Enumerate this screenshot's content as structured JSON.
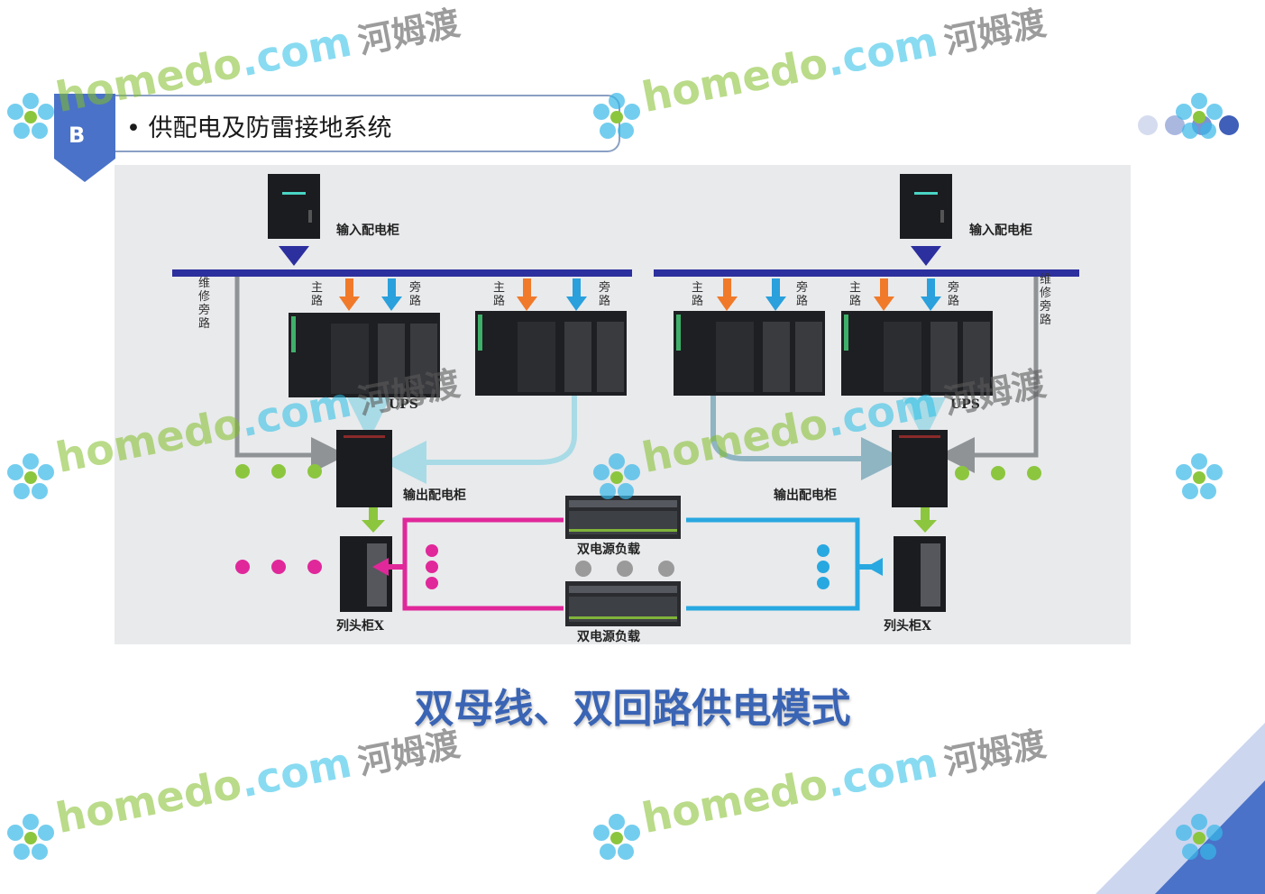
{
  "header": {
    "badge_letter": "B",
    "title": "• 供配电及防雷接地系统"
  },
  "diagram": {
    "left": {
      "input_cabinet": "输入配电柜",
      "maintenance_bypass": "维修旁路",
      "main_1": "主路",
      "bypass_1": "旁路",
      "main_2": "主路",
      "bypass_2": "旁路",
      "ups": "UPS",
      "output_cabinet": "输出配电柜",
      "row_head": "列头柜X"
    },
    "right": {
      "input_cabinet": "输入配电柜",
      "maintenance_bypass": "维修旁路",
      "main_1": "主路",
      "bypass_1": "旁路",
      "main_2": "主路",
      "bypass_2": "旁路",
      "ups": "UPS",
      "output_cabinet": "输出配电柜",
      "row_head": "列头柜X"
    },
    "load_top": "双电源负载",
    "load_bottom": "双电源负载"
  },
  "caption": "双母线、双回路供电模式",
  "watermark": {
    "latin": "homedo",
    "domain": ".com",
    "chinese": "河姆渡"
  },
  "colors": {
    "bus": "#2c2f9e",
    "main_arrow": "#f07a2a",
    "bypass_arrow": "#2aa0dc",
    "green": "#8cc63e",
    "magenta": "#e0289a",
    "cyan": "#28a8e0",
    "caption": "#3a64b4"
  }
}
